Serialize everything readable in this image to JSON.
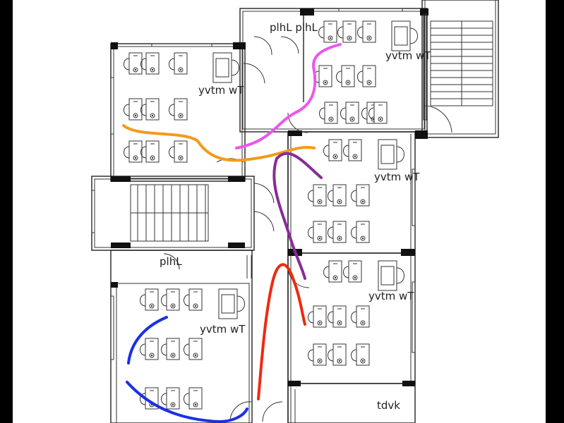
{
  "labels": {
    "room_top": "yvtm  wT",
    "room_left_upper": "yvtm  wT",
    "room_right_mid": "yvtm  wT",
    "room_right_low": "yvtm  wT",
    "room_left_low": "yvtm  wT",
    "wc_top": "plhL plhL",
    "wc_left": "plhL",
    "bottom_right": "tdvk"
  },
  "colors": {
    "background": "#ffffff",
    "frame": "#111111",
    "route_magenta": "#ee55ee",
    "route_orange": "#f39a1a",
    "route_purple": "#8a2a9a",
    "route_red": "#ee2a10",
    "route_blue": "#1a30e6"
  }
}
